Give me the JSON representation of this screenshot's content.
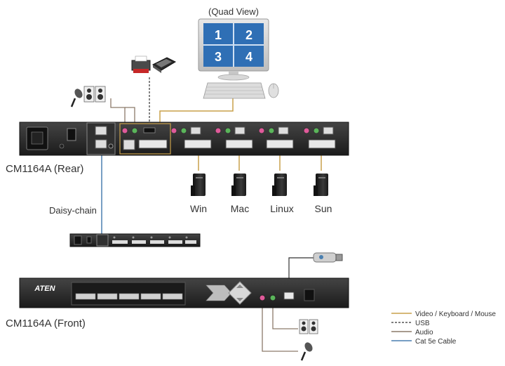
{
  "diagram": {
    "quad_view_label": "(Quad View)",
    "screen_numbers": [
      "1",
      "2",
      "3",
      "4"
    ],
    "rear_label": "CM1164A (Rear)",
    "front_label": "CM1164A (Front)",
    "daisy_chain_label": "Daisy-chain",
    "computers": [
      {
        "label": "Win"
      },
      {
        "label": "Mac"
      },
      {
        "label": "Linux"
      },
      {
        "label": "Sun"
      }
    ],
    "brand": "ATEN"
  },
  "legend": {
    "items": [
      {
        "label": "Video / Keyboard / Mouse",
        "color": "#c9a04a",
        "style": "solid"
      },
      {
        "label": "USB",
        "color": "#333333",
        "style": "dashed"
      },
      {
        "label": "Audio",
        "color": "#8c7a6a",
        "style": "solid"
      },
      {
        "label": "Cat 5e Cable",
        "color": "#4a7fb0",
        "style": "solid"
      }
    ]
  },
  "colors": {
    "device_body": "#2a2a2a",
    "monitor_blue": "#2f6fb5",
    "video_line": "#c9a04a",
    "audio_line": "#8c7a6a",
    "cat5_line": "#4a7fb0"
  },
  "icons": [
    "monitor-icon",
    "keyboard-icon",
    "mouse-icon",
    "printer-icon",
    "scanner-icon",
    "microphone-icon",
    "speakers-icon",
    "pc-tower-icon",
    "usb-flash-drive-icon"
  ]
}
